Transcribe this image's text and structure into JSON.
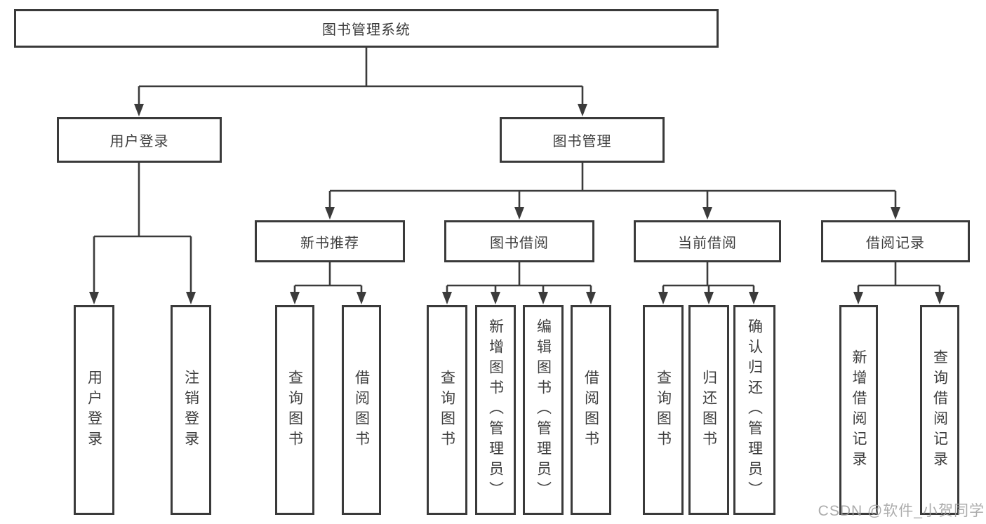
{
  "tree": {
    "root": "图书管理系统",
    "branches": [
      {
        "label": "用户登录",
        "children": [
          "用户登录",
          "注销登录"
        ]
      },
      {
        "label": "图书管理",
        "groups": [
          {
            "label": "新书推荐",
            "children": [
              "查询图书",
              "借阅图书"
            ]
          },
          {
            "label": "图书借阅",
            "children": [
              "查询图书",
              "新增图书（管理员）",
              "编辑图书（管理员）",
              "借阅图书"
            ]
          },
          {
            "label": "当前借阅",
            "children": [
              "查询图书",
              "归还图书",
              "确认归还（管理员）"
            ]
          },
          {
            "label": "借阅记录",
            "children": [
              "新增借阅记录",
              "查询借阅记录"
            ]
          }
        ]
      }
    ]
  },
  "watermark": "CSDN @软件_小贺同学",
  "colors": {
    "line": "#3b3b3b",
    "border": "#3a3a3a",
    "text": "#3d3d3d",
    "watermark": "#9e9e9e",
    "background": "#ffffff"
  }
}
